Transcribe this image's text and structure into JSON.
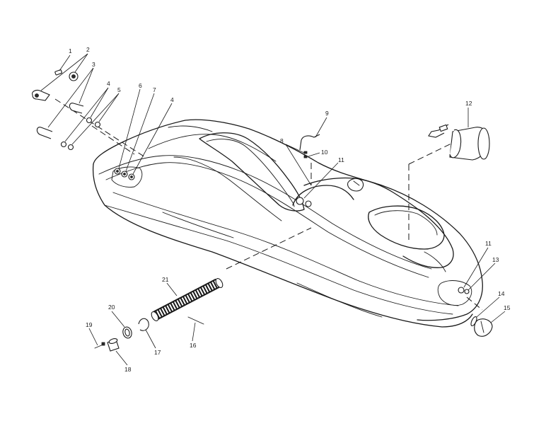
{
  "diagram": {
    "callouts": [
      {
        "id": "c1",
        "label": "1"
      },
      {
        "id": "c2",
        "label": "2"
      },
      {
        "id": "c3",
        "label": "3"
      },
      {
        "id": "c4a",
        "label": "4"
      },
      {
        "id": "c5",
        "label": "5"
      },
      {
        "id": "c6",
        "label": "6"
      },
      {
        "id": "c7",
        "label": "7"
      },
      {
        "id": "c4b",
        "label": "4"
      },
      {
        "id": "c9",
        "label": "9"
      },
      {
        "id": "c8",
        "label": "8"
      },
      {
        "id": "c10",
        "label": "10"
      },
      {
        "id": "c11a",
        "label": "11"
      },
      {
        "id": "c12",
        "label": "12"
      },
      {
        "id": "c11b",
        "label": "11"
      },
      {
        "id": "c13",
        "label": "13"
      },
      {
        "id": "c14",
        "label": "14"
      },
      {
        "id": "c15",
        "label": "15"
      },
      {
        "id": "c21",
        "label": "21"
      },
      {
        "id": "c20",
        "label": "20"
      },
      {
        "id": "c19",
        "label": "19"
      },
      {
        "id": "c17",
        "label": "17"
      },
      {
        "id": "c16",
        "label": "16"
      },
      {
        "id": "c18",
        "label": "18"
      }
    ]
  }
}
